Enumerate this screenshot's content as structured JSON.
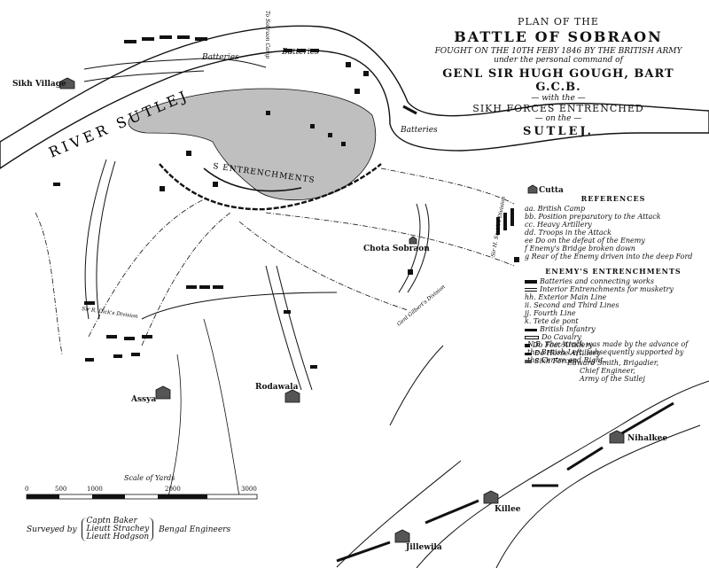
{
  "title": {
    "line1": "PLAN OF THE",
    "line2": "BATTLE OF SOBRAON",
    "line3": "FOUGHT ON THE 10TH FEBY 1846 BY THE BRITISH ARMY",
    "line4": "under the personal command of",
    "line5": "GENL SIR HUGH GOUGH, BART G.C.B.",
    "line6": "— with the —",
    "line7": "SIKH FORCES ENTRENCHED",
    "line8": "— on the —",
    "line9": "SUTLEJ."
  },
  "references": {
    "heading": "REFERENCES",
    "items": [
      "aa. British Camp",
      "bb. Position preparatory to the Attack",
      "cc. Heavy Artillery",
      "dd. Troops in the Attack",
      "ee  Do on the defeat of the Enemy",
      "f  Enemy's Bridge broken down",
      "g  Rear of the Enemy driven into the deep Ford"
    ]
  },
  "entrenchments": {
    "heading": "ENEMY'S ENTRENCHMENTS",
    "items": [
      "Batteries and connecting works",
      "Interior Entrenchments for musketry",
      "hh. Exterior Main Line",
      "ii. Second and Third Lines",
      "jj. Fourth Line",
      "k. Tete de pont",
      "British Infantry",
      "Do   Cavalry",
      "Do   Foot Artillery",
      "Do   Horse Artillery",
      "Sikh  Forces"
    ]
  },
  "note": "N.B. The Attack was made by the advance of the British Left, subsequently supported by the Centre and Right.",
  "signature": {
    "line1": "Edward Smith, Brigadier,",
    "line2": "Chief Engineer,",
    "line3": "Army of the Sutlej"
  },
  "scale": {
    "title": "Scale of Yards",
    "ticks": [
      "0",
      "500",
      "1000",
      "2000",
      "3000"
    ]
  },
  "survey": {
    "prefix": "Surveyed by",
    "names": [
      "Captn Baker",
      "Lieutt Strachey",
      "Lieutt Hodgson"
    ],
    "suffix": "Bengal Engineers"
  },
  "places": {
    "sikh_village": "Sikh Village",
    "batteries_top": "Batteries",
    "batteries_top2": "Batteries",
    "batteries_right": "Batteries",
    "river": "RIVER   SUTLEJ",
    "to_sobraon": "To Sobraon Camp",
    "entrenchments": "S  ENTRENCHMENTS",
    "cutta": "Cutta",
    "chota": "Chota Sobraon",
    "sir_dick": "Sir R. Dick's Division",
    "gilbert": "Genl Gilbert's Division",
    "smith": "Sir H. Smith's Division",
    "assya": "Assya",
    "rodawala": "Rodawala",
    "nihalkee": "Nihalkee",
    "killee": "Killee",
    "jillewila": "Jillewila"
  },
  "colors": {
    "ink": "#111111",
    "water_shade": "#bfbfbf",
    "paper": "#ffffff"
  }
}
